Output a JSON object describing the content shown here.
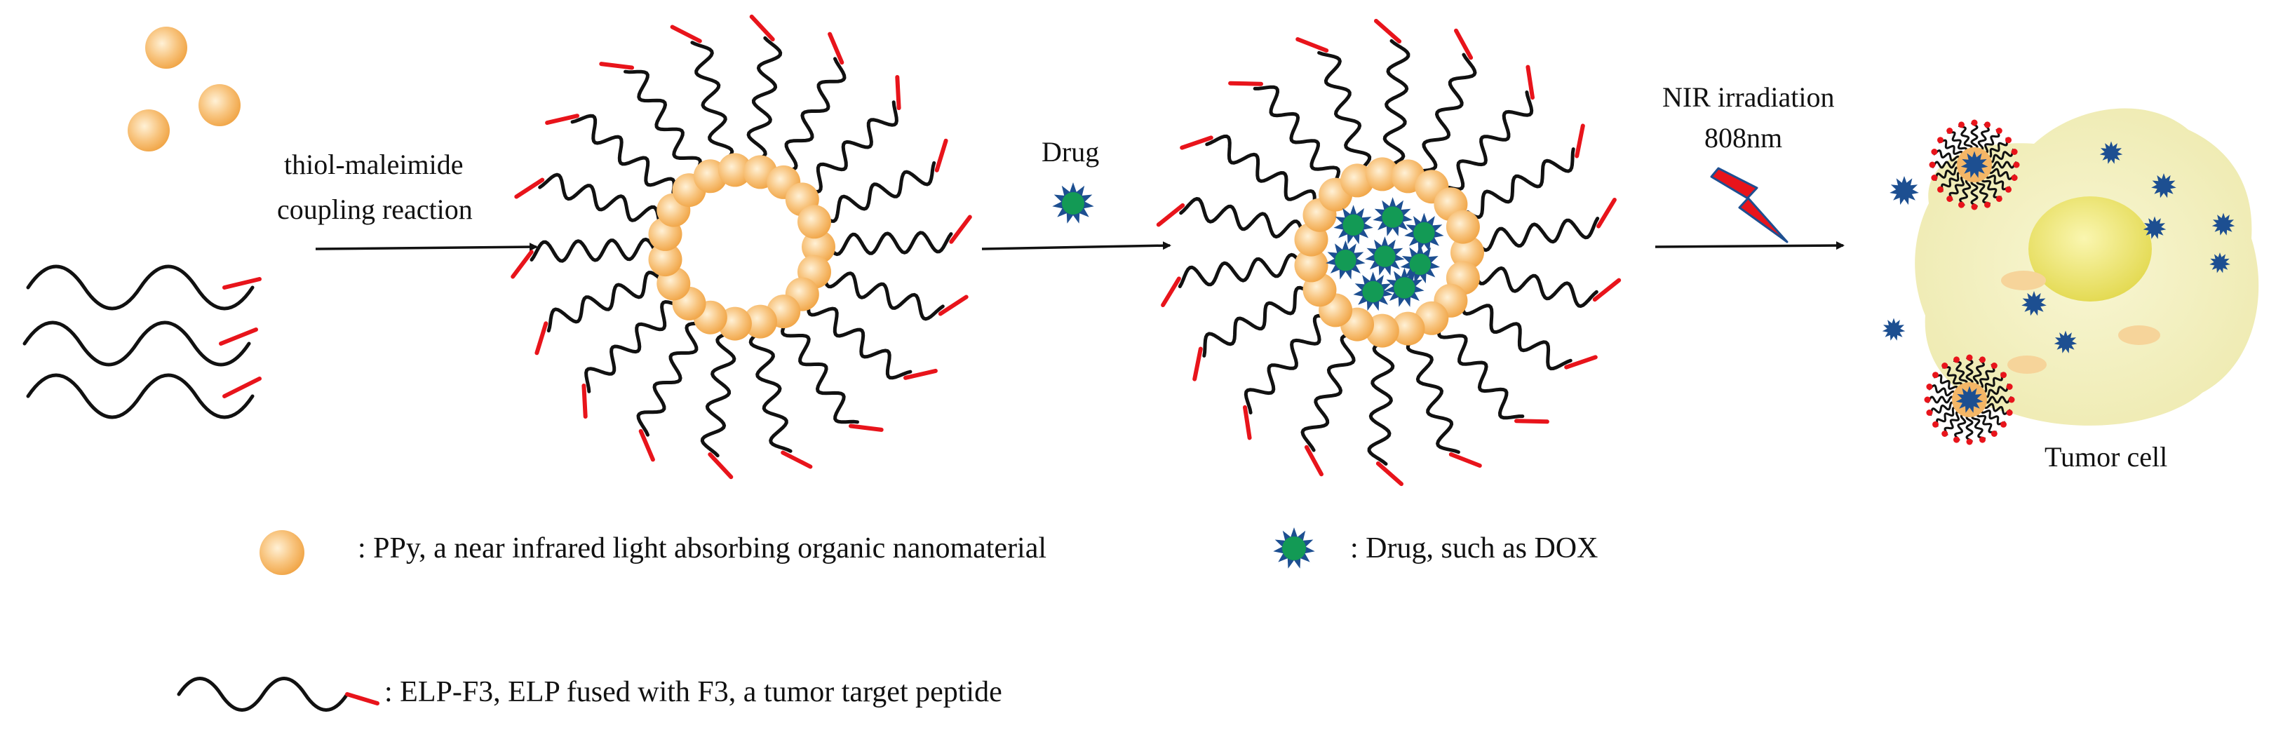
{
  "steps": {
    "coupling_line1": "thiol-maleimide",
    "coupling_line2": "coupling reaction",
    "drug": "Drug",
    "nir_line1": "NIR irradiation",
    "nir_line2": "808nm",
    "tumor_cell": "Tumor cell"
  },
  "legend": {
    "ppy": ": PPy, a near infrared light absorbing organic nanomaterial",
    "drug": ": Drug, such as DOX",
    "elp": ": ELP-F3, ELP fused with F3, a tumor target peptide"
  },
  "colors": {
    "chain": "#111111",
    "peptide_tip": "#e8141b",
    "ppy": "#f5b25e",
    "drug_fill": "#139a55",
    "drug_star": "#1d4f91",
    "cell": "#f6f2bf",
    "nucleus": "#eee56a",
    "lightning": "#e8141b"
  },
  "icons": [
    "ppy-particle-icon",
    "drug-star-icon",
    "elp-f3-chain-icon",
    "lightning-icon",
    "tumor-cell-icon"
  ]
}
